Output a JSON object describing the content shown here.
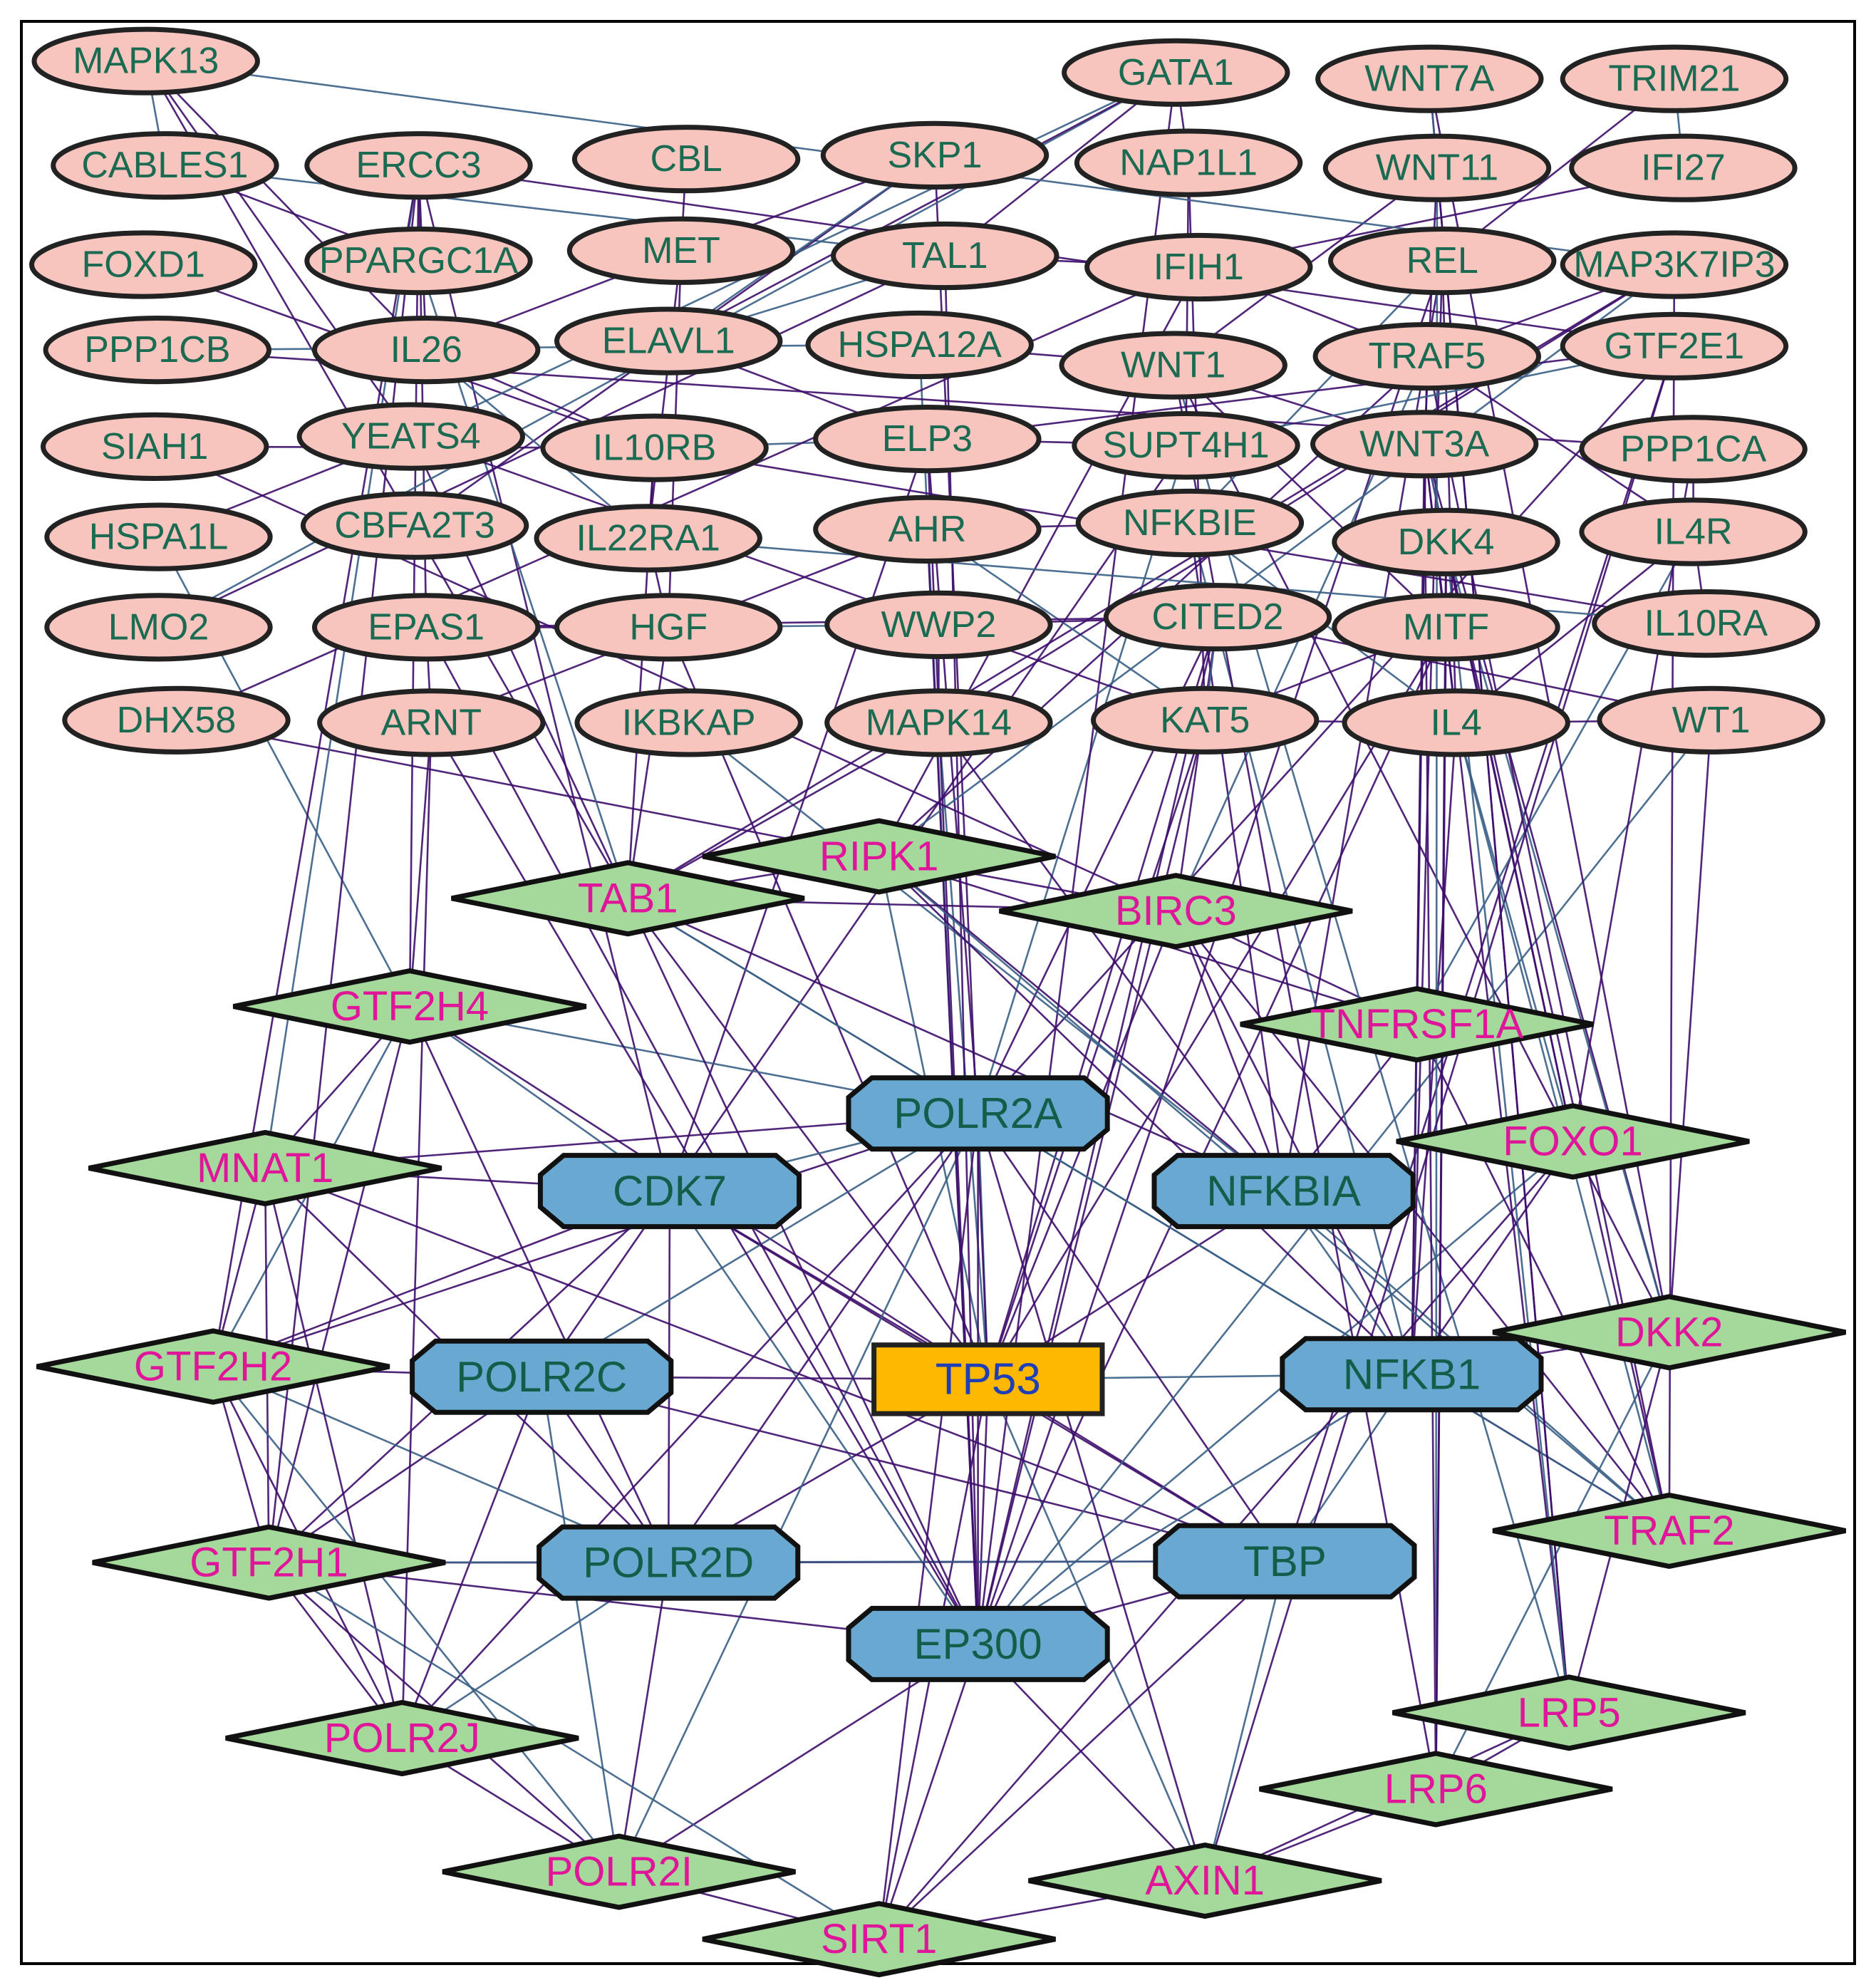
{
  "colors": {
    "background": "#ffffff",
    "frame": "#000000",
    "ellipse_fill": "#f7c5bd",
    "ellipse_text": "#1a6b52",
    "diamond_fill": "#a5d89b",
    "diamond_text": "#e0169a",
    "octagon_fill": "#69a9d1",
    "octagon_text": "#135e4a",
    "hub_fill": "#ffb800",
    "hub_text": "#1f3fb8",
    "node_stroke": "#222222",
    "edge_purple": "#3d0d6b",
    "edge_slate": "#3a5f86"
  },
  "nodes": {
    "ellipses": [
      "MAPK13",
      "GATA1",
      "WNT7A",
      "TRIM21",
      "CABLES1",
      "ERCC3",
      "CBL",
      "SKP1",
      "NAP1L1",
      "WNT11",
      "IFI27",
      "FOXD1",
      "PPARGC1A",
      "MET",
      "TAL1",
      "IFIH1",
      "REL",
      "MAP3K7IP3",
      "PPP1CB",
      "IL26",
      "ELAVL1",
      "HSPA12A",
      "WNT1",
      "TRAF5",
      "GTF2E1",
      "SIAH1",
      "YEATS4",
      "IL10RB",
      "ELP3",
      "SUPT4H1",
      "WNT3A",
      "PPP1CA",
      "HSPA1L",
      "CBFA2T3",
      "IL22RA1",
      "AHR",
      "NFKBIE",
      "DKK4",
      "IL4R",
      "LMO2",
      "EPAS1",
      "HGF",
      "WWP2",
      "CITED2",
      "MITF",
      "IL10RA",
      "DHX58",
      "ARNT",
      "IKBKAP",
      "MAPK14",
      "KAT5",
      "IL4",
      "WT1"
    ],
    "diamonds": [
      "RIPK1",
      "TAB1",
      "BIRC3",
      "GTF2H4",
      "TNFRSF1A",
      "FOXO1",
      "MNAT1",
      "DKK2",
      "GTF2H2",
      "TRAF2",
      "GTF2H1",
      "LRP5",
      "LRP6",
      "POLR2J",
      "POLR2I",
      "AXIN1",
      "SIRT1"
    ],
    "octagons": [
      "POLR2A",
      "CDK7",
      "NFKBIA",
      "POLR2C",
      "NFKB1",
      "POLR2D",
      "TBP",
      "EP300"
    ],
    "hub": "TP53"
  },
  "edges": [
    [
      "TP53",
      "POLR2A"
    ],
    [
      "TP53",
      "CDK7"
    ],
    [
      "TP53",
      "NFKBIA"
    ],
    [
      "TP53",
      "POLR2C"
    ],
    [
      "TP53",
      "NFKB1"
    ],
    [
      "TP53",
      "POLR2D"
    ],
    [
      "TP53",
      "TBP"
    ],
    [
      "TP53",
      "EP300"
    ],
    [
      "TP53",
      "RIPK1"
    ],
    [
      "TP53",
      "TAB1"
    ],
    [
      "TP53",
      "BIRC3"
    ],
    [
      "TP53",
      "SIRT1"
    ],
    [
      "TP53",
      "AXIN1"
    ],
    [
      "TP53",
      "MITF"
    ],
    [
      "TP53",
      "CITED2"
    ],
    [
      "TP53",
      "KAT5"
    ],
    [
      "TP53",
      "MAPK14"
    ],
    [
      "TP53",
      "HGF"
    ],
    [
      "TP53",
      "GTF2H4"
    ],
    [
      "TP53",
      "SKP1"
    ],
    [
      "CDK7",
      "POLR2A"
    ],
    [
      "CDK7",
      "POLR2C"
    ],
    [
      "CDK7",
      "POLR2D"
    ],
    [
      "CDK7",
      "MNAT1"
    ],
    [
      "CDK7",
      "GTF2H4"
    ],
    [
      "CDK7",
      "GTF2H2"
    ],
    [
      "CDK7",
      "GTF2H1"
    ],
    [
      "CDK7",
      "TBP"
    ],
    [
      "CDK7",
      "EP300"
    ],
    [
      "CDK7",
      "ERCC3"
    ],
    [
      "CDK7",
      "SUPT4H1"
    ],
    [
      "CDK7",
      "ELP3"
    ],
    [
      "POLR2A",
      "POLR2C"
    ],
    [
      "POLR2A",
      "POLR2D"
    ],
    [
      "POLR2A",
      "TBP"
    ],
    [
      "POLR2A",
      "EP300"
    ],
    [
      "POLR2A",
      "GTF2H4"
    ],
    [
      "POLR2A",
      "GTF2H2"
    ],
    [
      "POLR2A",
      "MNAT1"
    ],
    [
      "POLR2A",
      "POLR2J"
    ],
    [
      "POLR2A",
      "POLR2I"
    ],
    [
      "POLR2A",
      "SIRT1"
    ],
    [
      "POLR2A",
      "GTF2E1"
    ],
    [
      "POLR2A",
      "ELP3"
    ],
    [
      "POLR2A",
      "SUPT4H1"
    ],
    [
      "POLR2A",
      "CITED2"
    ],
    [
      "POLR2C",
      "POLR2D"
    ],
    [
      "POLR2C",
      "POLR2J"
    ],
    [
      "POLR2C",
      "POLR2I"
    ],
    [
      "POLR2C",
      "GTF2H1"
    ],
    [
      "POLR2C",
      "GTF2H2"
    ],
    [
      "POLR2C",
      "TBP"
    ],
    [
      "POLR2D",
      "POLR2J"
    ],
    [
      "POLR2D",
      "POLR2I"
    ],
    [
      "POLR2D",
      "TBP"
    ],
    [
      "POLR2D",
      "GTF2H1"
    ],
    [
      "POLR2D",
      "GTF2H2"
    ],
    [
      "POLR2D",
      "MNAT1"
    ],
    [
      "POLR2D",
      "GTF2H4"
    ],
    [
      "TBP",
      "EP300"
    ],
    [
      "TBP",
      "GTF2H1"
    ],
    [
      "TBP",
      "GTF2E1"
    ],
    [
      "TBP",
      "SIRT1"
    ],
    [
      "TBP",
      "MNAT1"
    ],
    [
      "TBP",
      "NFKB1"
    ],
    [
      "EP300",
      "SIRT1"
    ],
    [
      "EP300",
      "POLR2I"
    ],
    [
      "EP300",
      "GTF2H1"
    ],
    [
      "EP300",
      "FOXO1"
    ],
    [
      "EP300",
      "MITF"
    ],
    [
      "EP300",
      "CITED2"
    ],
    [
      "EP300",
      "KAT5"
    ],
    [
      "EP300",
      "HSPA12A"
    ],
    [
      "EP300",
      "YEATS4"
    ],
    [
      "EP300",
      "EPAS1"
    ],
    [
      "EP300",
      "ARNT"
    ],
    [
      "EP300",
      "WT1"
    ],
    [
      "EP300",
      "AXIN1"
    ],
    [
      "EP300",
      "TAL1"
    ],
    [
      "EP300",
      "GATA1"
    ],
    [
      "EP300",
      "NFKB1"
    ],
    [
      "EP300",
      "REL"
    ],
    [
      "EP300",
      "AHR"
    ],
    [
      "EP300",
      "ELP3"
    ],
    [
      "NFKBIA",
      "NFKB1"
    ],
    [
      "NFKBIA",
      "RIPK1"
    ],
    [
      "NFKBIA",
      "BIRC3"
    ],
    [
      "NFKBIA",
      "TAB1"
    ],
    [
      "NFKBIA",
      "TRAF2"
    ],
    [
      "NFKBIA",
      "TNFRSF1A"
    ],
    [
      "NFKBIA",
      "REL"
    ],
    [
      "NFKBIA",
      "NFKBIE"
    ],
    [
      "NFKBIA",
      "IKBKAP"
    ],
    [
      "NFKBIA",
      "MAPK14"
    ],
    [
      "NFKB1",
      "RIPK1"
    ],
    [
      "NFKB1",
      "BIRC3"
    ],
    [
      "NFKB1",
      "TAB1"
    ],
    [
      "NFKB1",
      "TRAF2"
    ],
    [
      "NFKB1",
      "TNFRSF1A"
    ],
    [
      "NFKB1",
      "REL"
    ],
    [
      "NFKB1",
      "NFKBIE"
    ],
    [
      "NFKB1",
      "IL4"
    ],
    [
      "NFKB1",
      "DKK2"
    ],
    [
      "NFKB1",
      "FOXO1"
    ],
    [
      "NFKB1",
      "TRAF5"
    ],
    [
      "NFKB1",
      "WNT3A"
    ],
    [
      "RIPK1",
      "BIRC3"
    ],
    [
      "RIPK1",
      "TAB1"
    ],
    [
      "RIPK1",
      "TRAF2"
    ],
    [
      "RIPK1",
      "TNFRSF1A"
    ],
    [
      "RIPK1",
      "IFIH1"
    ],
    [
      "RIPK1",
      "DHX58"
    ],
    [
      "RIPK1",
      "MAP3K7IP3"
    ],
    [
      "RIPK1",
      "TRAF5"
    ],
    [
      "TAB1",
      "MAP3K7IP3"
    ],
    [
      "TAB1",
      "BIRC3"
    ],
    [
      "TAB1",
      "TRAF2"
    ],
    [
      "TAB1",
      "MAPK14"
    ],
    [
      "TAB1",
      "MAPK13"
    ],
    [
      "TAB1",
      "IL10RB"
    ],
    [
      "TAB1",
      "PPARGC1A"
    ],
    [
      "TAB1",
      "HGF"
    ],
    [
      "BIRC3",
      "TRAF2"
    ],
    [
      "BIRC3",
      "TNFRSF1A"
    ],
    [
      "BIRC3",
      "TRAF5"
    ],
    [
      "BIRC3",
      "SIAH1"
    ],
    [
      "BIRC3",
      "CITED2"
    ],
    [
      "TNFRSF1A",
      "TRAF2"
    ],
    [
      "TNFRSF1A",
      "IL4R"
    ],
    [
      "TNFRSF1A",
      "TRAF5"
    ],
    [
      "FOXO1",
      "SIRT1"
    ],
    [
      "FOXO1",
      "WNT3A"
    ],
    [
      "FOXO1",
      "IL4"
    ],
    [
      "FOXO1",
      "PPP1CA"
    ],
    [
      "FOXO1",
      "DKK4"
    ],
    [
      "DKK2",
      "LRP5"
    ],
    [
      "DKK2",
      "LRP6"
    ],
    [
      "DKK2",
      "WNT3A"
    ],
    [
      "DKK2",
      "WNT1"
    ],
    [
      "DKK2",
      "WNT7A"
    ],
    [
      "DKK2",
      "DKK4"
    ],
    [
      "DKK2",
      "WT1"
    ],
    [
      "LRP5",
      "LRP6"
    ],
    [
      "LRP5",
      "AXIN1"
    ],
    [
      "LRP5",
      "WNT1"
    ],
    [
      "LRP5",
      "WNT3A"
    ],
    [
      "LRP5",
      "WNT11"
    ],
    [
      "LRP5",
      "WNT7A"
    ],
    [
      "LRP5",
      "DKK4"
    ],
    [
      "LRP6",
      "AXIN1"
    ],
    [
      "LRP6",
      "WNT3A"
    ],
    [
      "LRP6",
      "WNT1"
    ],
    [
      "LRP6",
      "WNT11"
    ],
    [
      "LRP6",
      "DKK4"
    ],
    [
      "LRP6",
      "MITF"
    ],
    [
      "AXIN1",
      "SIRT1"
    ],
    [
      "AXIN1",
      "TBP"
    ],
    [
      "AXIN1",
      "POLR2A"
    ],
    [
      "AXIN1",
      "GTF2E1"
    ],
    [
      "TRAF2",
      "TRAF5"
    ],
    [
      "TRAF2",
      "IL4"
    ],
    [
      "TRAF2",
      "MAP3K7IP3"
    ],
    [
      "TRAF2",
      "DKK4"
    ],
    [
      "GTF2H4",
      "MNAT1"
    ],
    [
      "GTF2H4",
      "GTF2H2"
    ],
    [
      "GTF2H4",
      "GTF2H1"
    ],
    [
      "GTF2H4",
      "ERCC3"
    ],
    [
      "GTF2H4",
      "ARNT"
    ],
    [
      "GTF2H4",
      "HSPA1L"
    ],
    [
      "MNAT1",
      "GTF2H2"
    ],
    [
      "MNAT1",
      "GTF2H1"
    ],
    [
      "MNAT1",
      "POLR2J"
    ],
    [
      "MNAT1",
      "ERCC3"
    ],
    [
      "GTF2H2",
      "GTF2H1"
    ],
    [
      "GTF2H2",
      "ERCC3"
    ],
    [
      "GTF2H2",
      "POLR2J"
    ],
    [
      "GTF2H2",
      "POLR2I"
    ],
    [
      "GTF2H1",
      "ERCC3"
    ],
    [
      "GTF2H1",
      "POLR2J"
    ],
    [
      "GTF2H1",
      "POLR2I"
    ],
    [
      "GTF2H1",
      "SIRT1"
    ],
    [
      "POLR2J",
      "POLR2I"
    ],
    [
      "POLR2J",
      "ARNT"
    ],
    [
      "POLR2I",
      "SIRT1"
    ],
    [
      "MAPK13",
      "CABLES1"
    ],
    [
      "MAPK13",
      "IL26"
    ],
    [
      "MAPK13",
      "YEATS4"
    ],
    [
      "CABLES1",
      "PPARGC1A"
    ],
    [
      "CABLES1",
      "TAL1"
    ],
    [
      "ERCC3",
      "IL26"
    ],
    [
      "ERCC3",
      "EPAS1"
    ],
    [
      "FOXD1",
      "IL10RB"
    ],
    [
      "PPP1CB",
      "HSPA12A"
    ],
    [
      "SIAH1",
      "IL10RB"
    ],
    [
      "HSPA1L",
      "YEATS4"
    ],
    [
      "LMO2",
      "TAL1"
    ],
    [
      "LMO2",
      "GATA1"
    ],
    [
      "CBL",
      "MET"
    ],
    [
      "SKP1",
      "IL26"
    ],
    [
      "SKP1",
      "CBFA2T3"
    ],
    [
      "SKP1",
      "ELAVL1"
    ],
    [
      "MET",
      "IL22RA1"
    ],
    [
      "MET",
      "HGF"
    ],
    [
      "TAL1",
      "GATA1"
    ],
    [
      "TAL1",
      "ELAVL1"
    ],
    [
      "TAL1",
      "IFIH1"
    ],
    [
      "ELAVL1",
      "ELP3"
    ],
    [
      "HSPA12A",
      "WNT1"
    ],
    [
      "ELP3",
      "IL10RB"
    ],
    [
      "IL10RB",
      "IL10RA"
    ],
    [
      "IL10RB",
      "IL22RA1"
    ],
    [
      "IL10RB",
      "IL26"
    ],
    [
      "IL22RA1",
      "IL26"
    ],
    [
      "IL22RA1",
      "HGF"
    ],
    [
      "AHR",
      "ARNT"
    ],
    [
      "AHR",
      "NFKBIE"
    ],
    [
      "AHR",
      "KAT5"
    ],
    [
      "EPAS1",
      "ARNT"
    ],
    [
      "EPAS1",
      "CITED2"
    ],
    [
      "EPAS1",
      "HGF"
    ],
    [
      "HGF",
      "WWP2"
    ],
    [
      "WWP2",
      "MAPK14"
    ],
    [
      "WWP2",
      "CITED2"
    ],
    [
      "GATA1",
      "NAP1L1"
    ],
    [
      "GATA1",
      "YEATS4"
    ],
    [
      "GATA1",
      "ELAVL1"
    ],
    [
      "NAP1L1",
      "SUPT4H1"
    ],
    [
      "NAP1L1",
      "KAT5"
    ],
    [
      "WNT7A",
      "WNT11"
    ],
    [
      "WNT11",
      "WNT1"
    ],
    [
      "WNT11",
      "WNT3A"
    ],
    [
      "TRIM21",
      "REL"
    ],
    [
      "TRIM21",
      "IFI27"
    ],
    [
      "IFI27",
      "IFIH1"
    ],
    [
      "IFIH1",
      "DHX58"
    ],
    [
      "IFIH1",
      "TRAF5"
    ],
    [
      "REL",
      "NFKBIE"
    ],
    [
      "REL",
      "IL4"
    ],
    [
      "MAP3K7IP3",
      "TRAF5"
    ],
    [
      "MAP3K7IP3",
      "MAPK14"
    ],
    [
      "MAP3K7IP3",
      "MAPK13"
    ],
    [
      "WNT1",
      "WNT3A"
    ],
    [
      "WNT1",
      "MITF"
    ],
    [
      "TRAF5",
      "IL4R"
    ],
    [
      "GTF2E1",
      "SUPT4H1"
    ],
    [
      "GTF2E1",
      "ERCC3"
    ],
    [
      "GTF2E1",
      "ELP3"
    ],
    [
      "SUPT4H1",
      "ELP3"
    ],
    [
      "WNT3A",
      "DKK4"
    ],
    [
      "WNT3A",
      "MITF"
    ],
    [
      "PPP1CA",
      "IL4R"
    ],
    [
      "PPP1CA",
      "PPP1CB"
    ],
    [
      "NFKBIE",
      "IL4"
    ],
    [
      "DKK4",
      "MITF"
    ],
    [
      "IL4R",
      "IL4"
    ],
    [
      "IL4R",
      "IL10RA"
    ],
    [
      "CITED2",
      "KAT5"
    ],
    [
      "CITED2",
      "WT1"
    ],
    [
      "MITF",
      "KAT5"
    ],
    [
      "MITF",
      "IL4"
    ],
    [
      "IL10RA",
      "IL22RA1"
    ],
    [
      "KAT5",
      "IL4"
    ],
    [
      "KAT5",
      "YEATS4"
    ],
    [
      "IL4",
      "WT1"
    ]
  ]
}
